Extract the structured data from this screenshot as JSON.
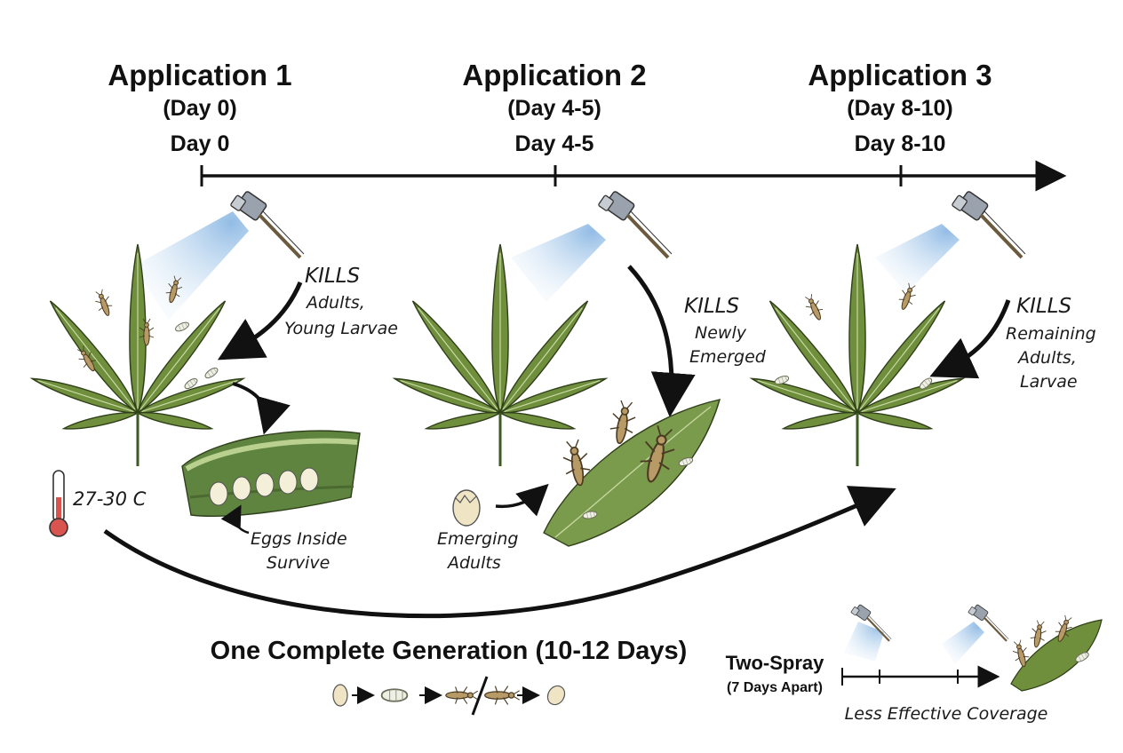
{
  "applications": [
    {
      "title": "Application 1",
      "subtitle": "(Day 0)",
      "tick_label": "Day 0"
    },
    {
      "title": "Application 2",
      "subtitle": "(Day 4-5)",
      "tick_label": "Day 4-5"
    },
    {
      "title": "Application 3",
      "subtitle": "(Day 8-10)",
      "tick_label": "Day 8-10"
    }
  ],
  "annotations": {
    "kills_1": {
      "line1": "KILLS",
      "line2": "Adults,",
      "line3": "Young Larvae"
    },
    "kills_2": {
      "line1": "KILLS",
      "line2": "Newly",
      "line3": "Emerged"
    },
    "kills_3": {
      "line1": "KILLS",
      "line2": "Remaining",
      "line3": "Adults,",
      "line4": "Larvae"
    },
    "eggs": {
      "line1": "Eggs Inside",
      "line2": "Survive"
    },
    "emerging": {
      "line1": "Emerging",
      "line2": "Adults"
    },
    "temperature": "27-30 C"
  },
  "generation": {
    "label": "One Complete Generation (10-12 Days)"
  },
  "two_spray": {
    "title": "Two-Spray",
    "subtitle": "(7 Days Apart)",
    "caption": "Less Effective Coverage"
  },
  "colors": {
    "ink": "#111111",
    "leaf": "#6f8f3c",
    "spray": "#9cc3e6",
    "thermo_red": "#d9534f"
  },
  "icons": [
    "spray-nozzle-icon",
    "cannabis-leaf-icon",
    "thrips-insect-icon",
    "larva-icon",
    "egg-icon",
    "thermometer-icon"
  ]
}
